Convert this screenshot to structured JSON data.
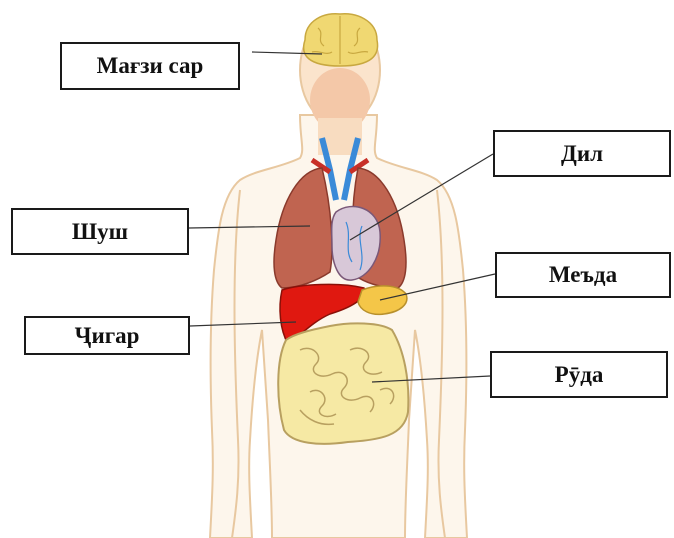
{
  "labels": {
    "brain": "Мағзи сар",
    "heart": "Дил",
    "lungs": "Шуш",
    "stomach": "Меъда",
    "liver": "Ҷигар",
    "intestines": "Рӯда"
  },
  "colors": {
    "skin_outline": "#e8c8a0",
    "brain": "#f0d872",
    "lungs": "#c06450",
    "heart": "#d8c8d8",
    "liver": "#e01810",
    "stomach": "#f4c648",
    "intestines": "#f6e9a4",
    "vessels_blue": "#3a8ad8",
    "vessels_red": "#c83028",
    "face": "#f4c8a8"
  }
}
